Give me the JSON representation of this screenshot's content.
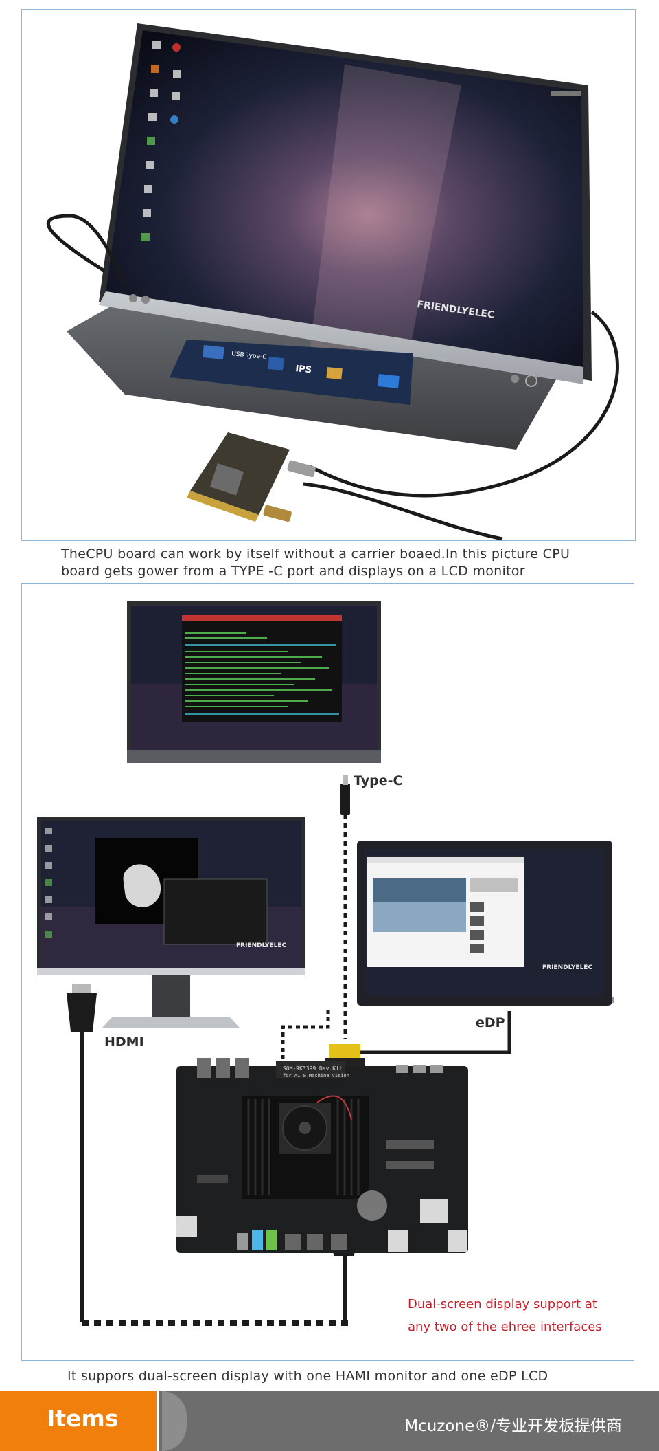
{
  "photo1": {
    "monitor_brand": "FRIENDLYELEC",
    "badge_type_c": "USB Type-C",
    "badge_ips": "IPS"
  },
  "caption1": {
    "line1": "TheCPU board can work by itself without a carrier boaed.In this picture CPU",
    "line2": "board gets gower from a TYPE -C port and displays on a LCD monitor"
  },
  "photo2": {
    "label_type_c": "Type-C",
    "label_hdmi": "HDMI",
    "label_edp": "eDP",
    "monitor_brand": "FRIENDLYELEC",
    "board_silk": "SOM-RK3399 Dev.Kit",
    "board_silk2": "for AI & Machine Vision",
    "note_line1": "Dual-screen display support at",
    "note_line2": "any two of the ehree interfaces"
  },
  "caption2": {
    "text": "It suppors dual-screen display with one HAMI monitor and one eDP LCD"
  },
  "footer": {
    "items_label": "Items",
    "brand": "Mcuzone®/专业开发板提供商"
  },
  "colors": {
    "frame_border": "#8fb3d8",
    "note_red": "#c8202a",
    "footer_orange": "#f07f0c",
    "footer_grey": "#6d6d6d"
  }
}
